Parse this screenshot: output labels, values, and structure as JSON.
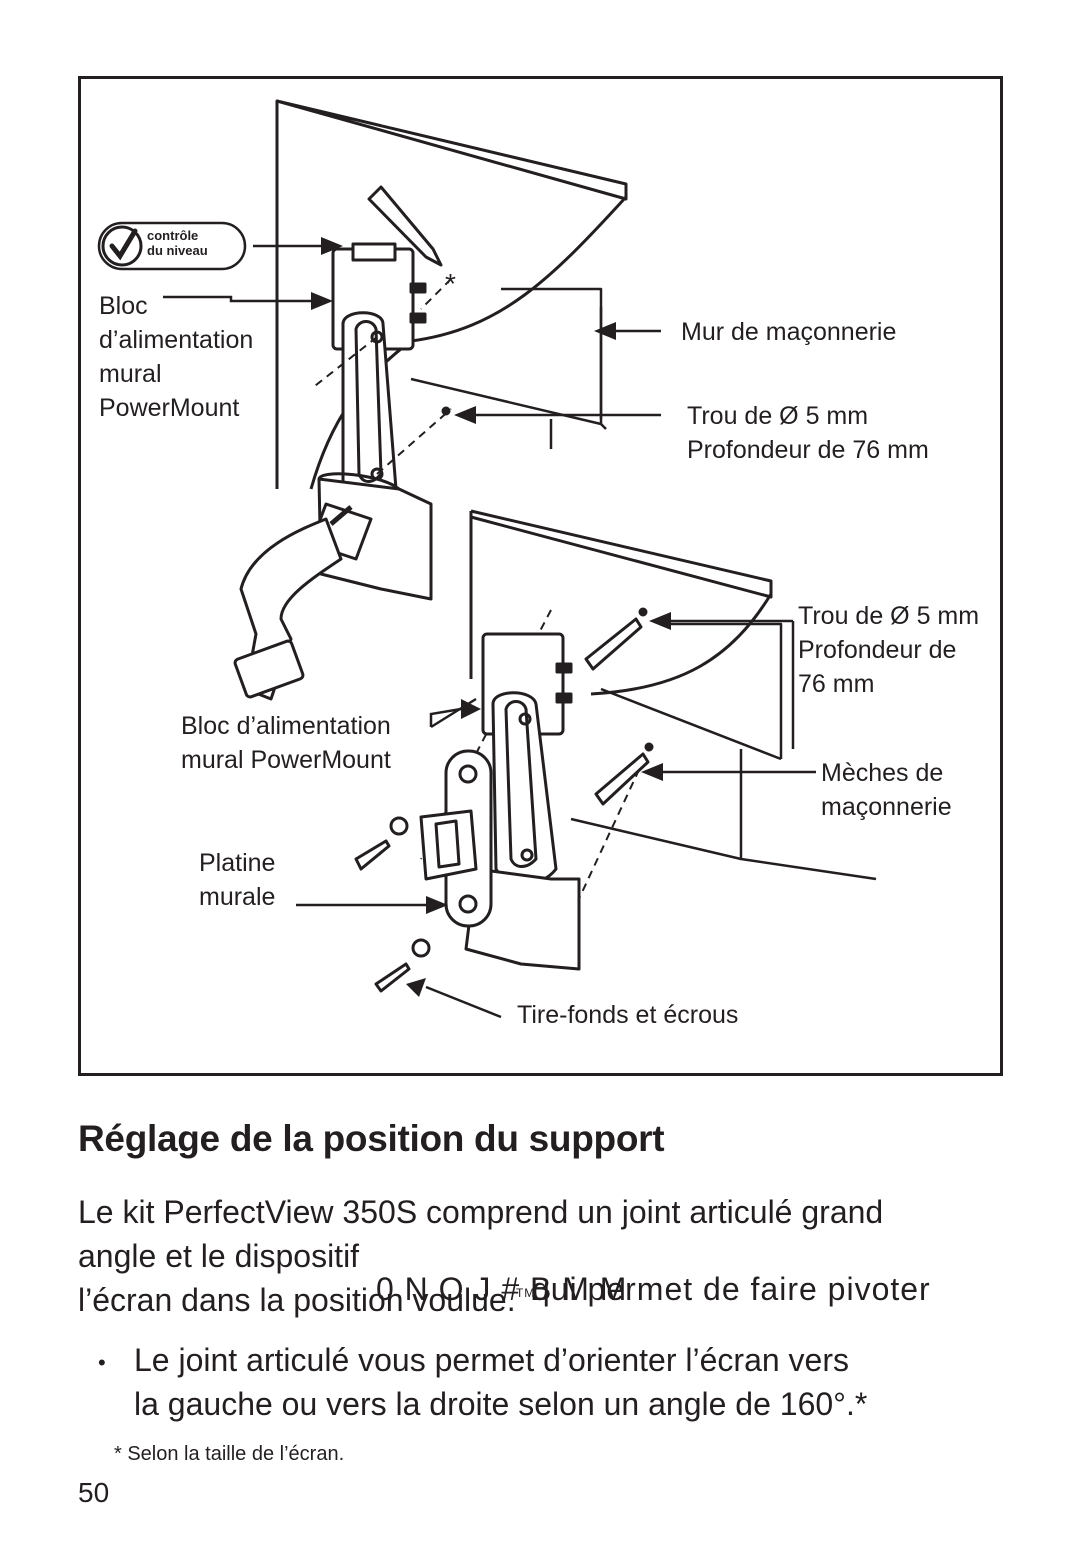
{
  "figure": {
    "badge": {
      "line1": "contrôle",
      "line2": "du niveau"
    },
    "labels": {
      "bloc_top": [
        "Bloc",
        "d’alimentation",
        "mural",
        "PowerMount"
      ],
      "masonry_wall": "Mur de maçonnerie",
      "hole_top": [
        "Trou de Ø 5 mm",
        "Profondeur de 76 mm"
      ],
      "hole_right": [
        "Trou de Ø 5 mm",
        "Profondeur de",
        "76 mm"
      ],
      "bloc_bottom": [
        "Bloc d’alimentation",
        "mural PowerMount"
      ],
      "drill_bits": [
        "Mèches de",
        "maçonnerie"
      ],
      "wall_plate": [
        "Platine",
        "murale"
      ],
      "lag_bolts": "Tire-fonds et écrous",
      "asterisk": "*"
    }
  },
  "heading": "Réglage de la position du support",
  "body": {
    "line1": "Le kit PerfectView 350S comprend un joint articulé grand",
    "line2_a": "angle et le dispositif",
    "line2_garbled": "0 N O J # B M M",
    "line2_tm": "TM",
    "line2_b": "qui permet de faire pivoter",
    "line3": "l’écran dans la position voulue."
  },
  "bullet": {
    "marker": "•",
    "line1": "Le joint articulé vous permet d’orienter l’écran vers",
    "line2": "la gauche ou vers la droite selon un angle de 160°.*"
  },
  "footnote": "* Selon la taille de l’écran.",
  "page_number": "50"
}
